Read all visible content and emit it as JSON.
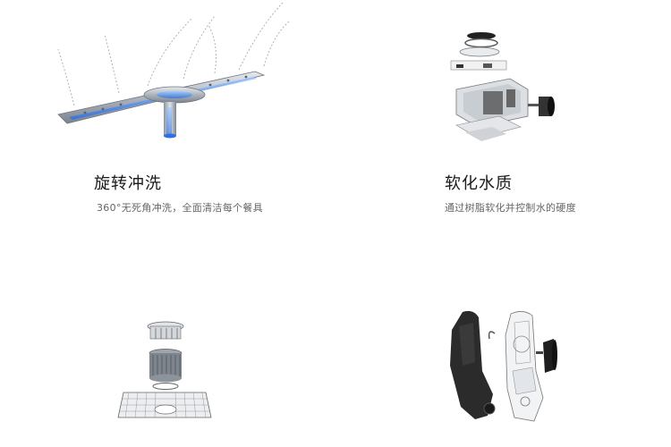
{
  "features": [
    {
      "title": "旋转冲洗",
      "description": "360°无死角冲洗，全面清洁每个餐具",
      "icon": "spray-arm-illustration"
    },
    {
      "title": "软化水质",
      "description": "通过树脂软化并控制水的硬度",
      "icon": "water-softener-illustration"
    },
    {
      "title": "",
      "description": "",
      "icon": "filter-assembly-illustration"
    },
    {
      "title": "",
      "description": "",
      "icon": "pump-housing-illustration"
    }
  ],
  "colors": {
    "accent_blue": "#3b82f6",
    "metal": "#b9bec6",
    "dark_part": "#2b2b2b"
  }
}
